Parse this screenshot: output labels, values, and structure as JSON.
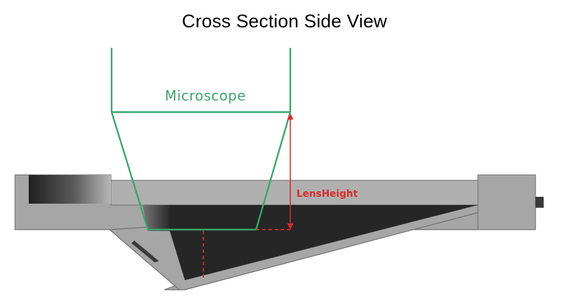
{
  "title": "Cross Section Side View",
  "labels": {
    "microscope": "Microscope",
    "lens_height": "LensHeight"
  },
  "colors": {
    "microscope": "#3aa66a",
    "lens_height": "#dd2a2a",
    "body_gray": "#a6a6a6",
    "body_outline": "#6f6f6f",
    "cavity": "#262626",
    "background": "#ffffff"
  }
}
